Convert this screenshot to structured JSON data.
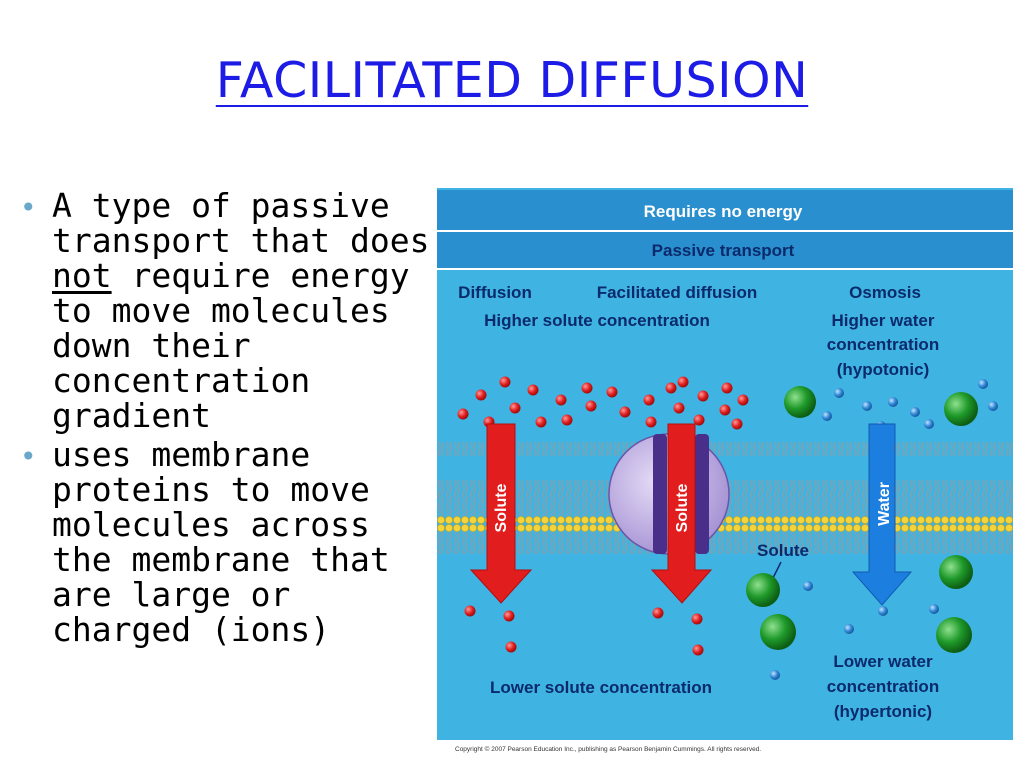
{
  "slide": {
    "title": "FACILITATED DIFFUSION",
    "bullets": [
      {
        "before": "A type of passive transport that does ",
        "emphasis": "not",
        "after": " require energy to move molecules down their concentration gradient"
      },
      {
        "text": "uses membrane proteins to move molecules across the membrane that are large or charged (ions)"
      }
    ]
  },
  "figure": {
    "banner_top": "Requires no energy",
    "banner_second": "Passive transport",
    "col_diffusion": "Diffusion",
    "col_facilitated": "Facilitated diffusion",
    "col_osmosis": "Osmosis",
    "higher_solute": "Higher solute concentration",
    "higher_water_lines": [
      "Higher water",
      "concentration",
      "(hypotonic)"
    ],
    "arrow_solute_1": "Solute",
    "arrow_solute_2": "Solute",
    "arrow_water": "Water",
    "solute_label": "Solute",
    "lower_solute": "Lower solute concentration",
    "lower_water_lines": [
      "Lower water",
      "concentration",
      "(hypertonic)"
    ],
    "copyright": "Copyright © 2007 Pearson Education Inc., publishing as Pearson Benjamin Cummings. All rights reserved.",
    "colors": {
      "banner": "#2a8fcf",
      "background": "#3fb4e3",
      "text": "#0b2a6b",
      "arrow_red": "#e21d1d",
      "arrow_blue": "#1c7fe0",
      "lipid_head": "#f5d33a",
      "protein": "#c8b8e6",
      "protein_dark": "#4a2f8a",
      "solute_red": "#e01f1f",
      "green": "#1f9a2a"
    }
  }
}
